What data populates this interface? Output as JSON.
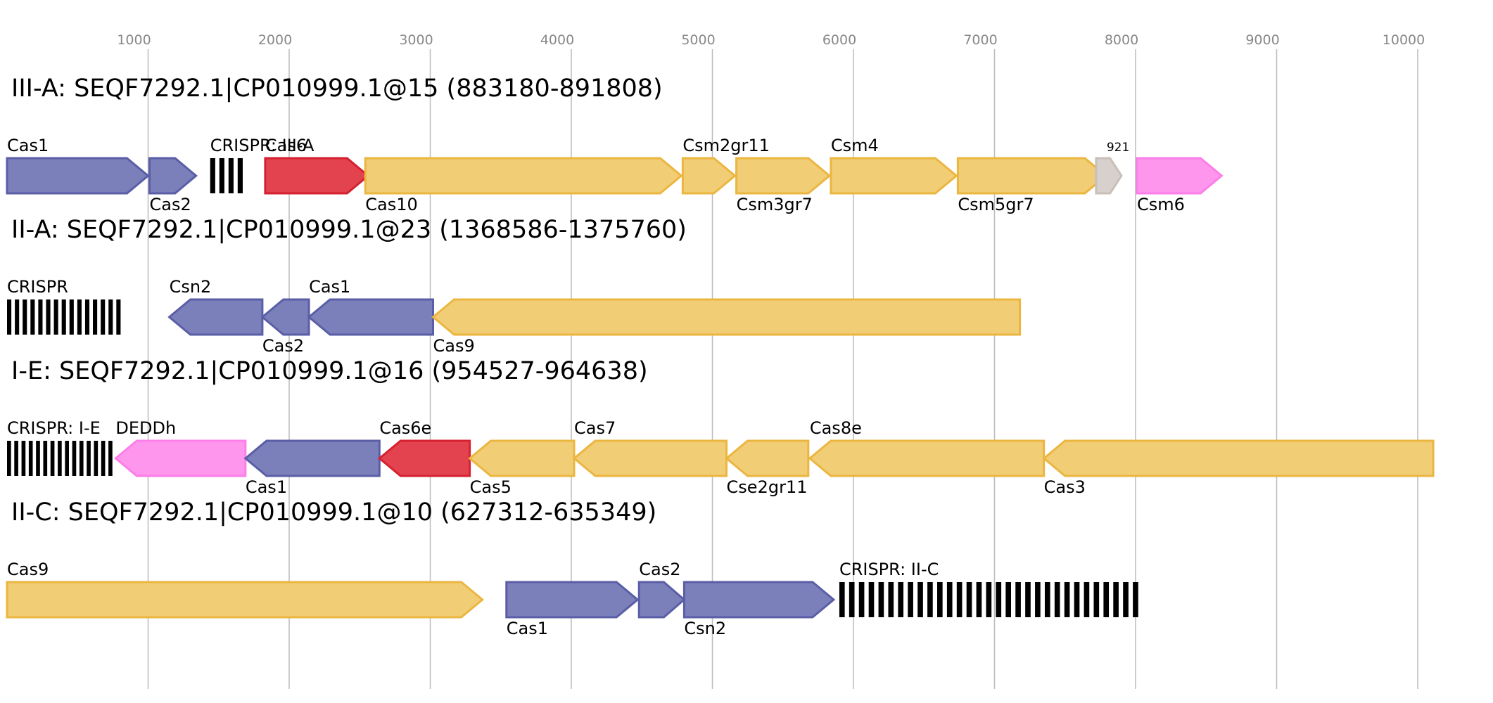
{
  "axis": {
    "ticks": [
      1000,
      2000,
      3000,
      4000,
      5000,
      6000,
      7000,
      8000,
      9000,
      10000
    ],
    "tick_labels": [
      "1000",
      "2000",
      "3000",
      "4000",
      "5000",
      "6000",
      "7000",
      "8000",
      "9000",
      "10000"
    ]
  },
  "colors": {
    "blue": "#7b7fba",
    "blue_edge": "#5a5ea6",
    "red": "#e3434f",
    "red_edge": "#d42130",
    "yellow": "#f1cd76",
    "yellow_edge": "#ebb640",
    "pink": "#fe96ee",
    "pink_edge": "#fc7ee8",
    "grey": "#d8d0cc",
    "grey_edge": "#c9bfba",
    "gridline": "#bbbbbb",
    "tick_text": "#888888",
    "crispr": "#000000"
  },
  "loci": [
    {
      "title": "III-A: SEQF7292.1|CP010999.1@15 (883180-891808)",
      "features": [
        {
          "type": "gene",
          "start": 0,
          "end": 1000,
          "strand": 1,
          "color": "blue",
          "label": "Cas1",
          "label_pos": "above"
        },
        {
          "type": "gene",
          "start": 1010,
          "end": 1340,
          "strand": 1,
          "color": "blue",
          "label": "Cas2",
          "label_pos": "below"
        },
        {
          "type": "crispr",
          "start": 1440,
          "end": 1700,
          "repeats": 4,
          "label": "CRISPR: III-A",
          "label_pos": "above"
        },
        {
          "type": "gene",
          "start": 1830,
          "end": 2560,
          "strand": 1,
          "color": "red",
          "label": "Cas6",
          "label_pos": "above"
        },
        {
          "type": "gene",
          "start": 2540,
          "end": 4780,
          "strand": 1,
          "color": "yellow",
          "label": "Cas10",
          "label_pos": "below"
        },
        {
          "type": "gene",
          "start": 4790,
          "end": 5160,
          "strand": 1,
          "color": "yellow",
          "label": "Csm2gr11",
          "label_pos": "above"
        },
        {
          "type": "gene",
          "start": 5170,
          "end": 5830,
          "strand": 1,
          "color": "yellow",
          "label": "Csm3gr7",
          "label_pos": "below"
        },
        {
          "type": "gene",
          "start": 5840,
          "end": 6730,
          "strand": 1,
          "color": "yellow",
          "label": "Csm4",
          "label_pos": "above"
        },
        {
          "type": "gene",
          "start": 6740,
          "end": 7790,
          "strand": 1,
          "color": "yellow",
          "label": "Csm5gr7",
          "label_pos": "below"
        },
        {
          "type": "gene",
          "start": 7720,
          "end": 7900,
          "strand": 1,
          "color": "grey",
          "label": "921",
          "label_pos": "above",
          "small_label": true
        },
        {
          "type": "gene",
          "start": 8010,
          "end": 8610,
          "strand": 1,
          "color": "pink",
          "label": "Csm6",
          "label_pos": "below"
        }
      ]
    },
    {
      "title": "II-A: SEQF7292.1|CP010999.1@23 (1368586-1375760)",
      "features": [
        {
          "type": "crispr",
          "start": 0,
          "end": 830,
          "repeats": 15,
          "label": "CRISPR",
          "label_pos": "above"
        },
        {
          "type": "gene",
          "start": 1150,
          "end": 1810,
          "strand": -1,
          "color": "blue",
          "label": "Csn2",
          "label_pos": "above"
        },
        {
          "type": "gene",
          "start": 1810,
          "end": 2140,
          "strand": -1,
          "color": "blue",
          "label": "Cas2",
          "label_pos": "below"
        },
        {
          "type": "gene",
          "start": 2140,
          "end": 3020,
          "strand": -1,
          "color": "blue",
          "label": "Cas1",
          "label_pos": "above"
        },
        {
          "type": "gene",
          "start": 3020,
          "end": 7180,
          "strand": -1,
          "color": "yellow",
          "label": "Cas9",
          "label_pos": "below"
        }
      ]
    },
    {
      "title": "I-E: SEQF7292.1|CP010999.1@16 (954527-964638)",
      "features": [
        {
          "type": "crispr",
          "start": 0,
          "end": 770,
          "repeats": 15,
          "label": "CRISPR: I-E",
          "label_pos": "above"
        },
        {
          "type": "gene",
          "start": 770,
          "end": 1690,
          "strand": -1,
          "color": "pink",
          "label": "DEDDh",
          "label_pos": "above"
        },
        {
          "type": "gene",
          "start": 1690,
          "end": 2640,
          "strand": -1,
          "color": "blue",
          "label": "Cas1",
          "label_pos": "below"
        },
        {
          "type": "gene",
          "start": 2640,
          "end": 3280,
          "strand": -1,
          "color": "red",
          "label": "Cas6e",
          "label_pos": "above"
        },
        {
          "type": "gene",
          "start": 3280,
          "end": 4020,
          "strand": -1,
          "color": "yellow",
          "label": "Cas5",
          "label_pos": "below"
        },
        {
          "type": "gene",
          "start": 4020,
          "end": 5100,
          "strand": -1,
          "color": "yellow",
          "label": "Cas7",
          "label_pos": "above"
        },
        {
          "type": "gene",
          "start": 5100,
          "end": 5680,
          "strand": -1,
          "color": "yellow",
          "label": "Cse2gr11",
          "label_pos": "below"
        },
        {
          "type": "gene",
          "start": 5690,
          "end": 7350,
          "strand": -1,
          "color": "yellow",
          "label": "Cas8e",
          "label_pos": "above"
        },
        {
          "type": "gene",
          "start": 7350,
          "end": 10110,
          "strand": -1,
          "color": "yellow",
          "label": "Cas3",
          "label_pos": "below"
        }
      ]
    },
    {
      "title": "II-C: SEQF7292.1|CP010999.1@10 (627312-635349)",
      "features": [
        {
          "type": "gene",
          "start": 0,
          "end": 3370,
          "strand": 1,
          "color": "yellow",
          "label": "Cas9",
          "label_pos": "above"
        },
        {
          "type": "gene",
          "start": 3540,
          "end": 4470,
          "strand": 1,
          "color": "blue",
          "label": "Cas1",
          "label_pos": "below"
        },
        {
          "type": "gene",
          "start": 4480,
          "end": 4800,
          "strand": 1,
          "color": "blue",
          "label": "Cas2",
          "label_pos": "above"
        },
        {
          "type": "gene",
          "start": 4800,
          "end": 5860,
          "strand": 1,
          "color": "blue",
          "label": "Csn2",
          "label_pos": "below"
        },
        {
          "type": "crispr",
          "start": 5900,
          "end": 8050,
          "repeats": 31,
          "label": "CRISPR: II-C",
          "label_pos": "above"
        }
      ]
    }
  ]
}
